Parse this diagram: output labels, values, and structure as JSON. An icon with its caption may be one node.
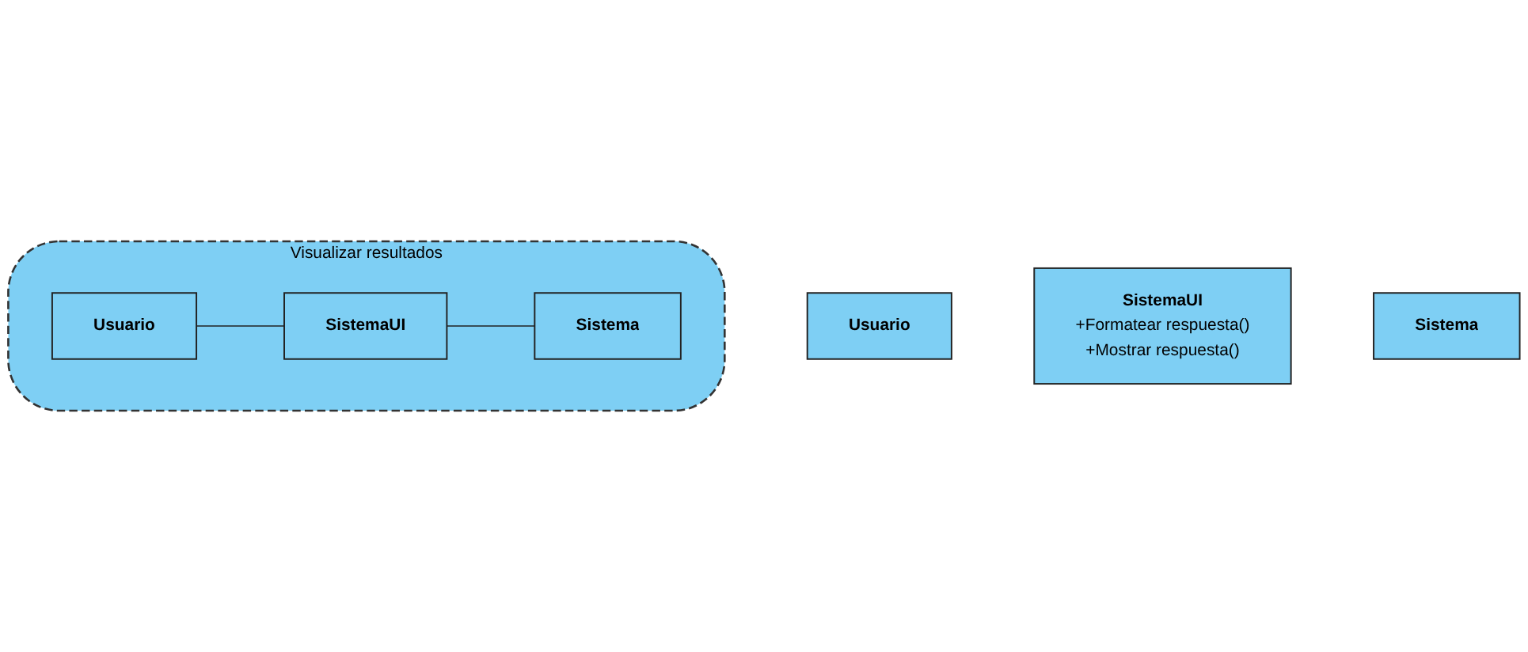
{
  "diagram": {
    "nodes": [
      {
        "text": [
          "Visualizar resultados"
        ]
      },
      {
        "text": [
          "Usuario"
        ],
        "in": 0
      },
      {
        "text": [
          "SistemaUI"
        ],
        "in": 0
      },
      {
        "text": [
          "Sistema"
        ],
        "in": 0
      },
      {
        "text": [
          "Usuario"
        ]
      },
      {
        "text": [
          "SistemaUI",
          "+Formatear respuesta()",
          "+Mostrar respuesta()"
        ]
      },
      {
        "text": [
          "Sistema"
        ]
      }
    ],
    "edges": [
      {
        "from": 1,
        "to": 2,
        "arrow": "none"
      },
      {
        "from": 2,
        "to": 3,
        "arrow": "none"
      }
    ]
  }
}
